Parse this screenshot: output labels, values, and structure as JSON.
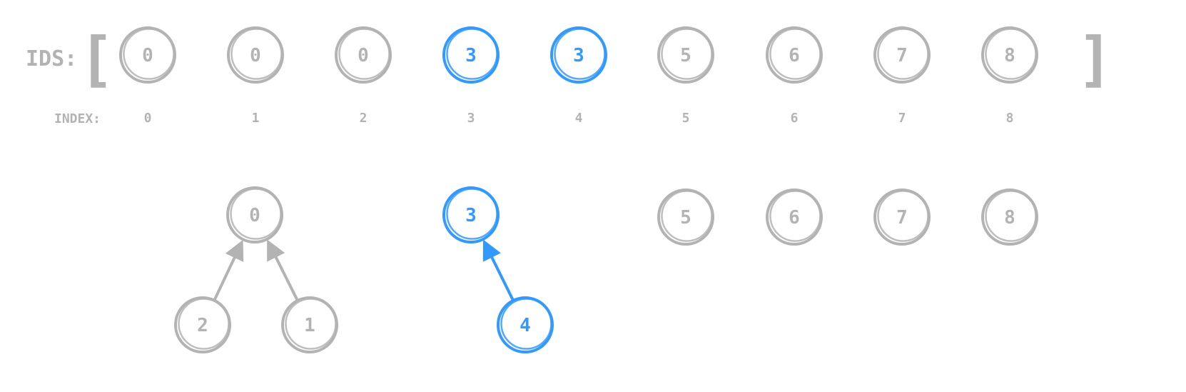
{
  "labels": {
    "ids": "IDS:",
    "index": "INDEX:",
    "open_bracket": "[",
    "close_bracket": "]"
  },
  "colors": {
    "gray": "#b3b3b3",
    "blue": "#3399ff"
  },
  "array": {
    "ids": [
      "0",
      "0",
      "0",
      "3",
      "3",
      "5",
      "6",
      "7",
      "8"
    ],
    "indices": [
      "0",
      "1",
      "2",
      "3",
      "4",
      "5",
      "6",
      "7",
      "8"
    ],
    "highlight": [
      false,
      false,
      false,
      true,
      true,
      false,
      false,
      false,
      false
    ]
  },
  "tree": {
    "nodes": [
      {
        "label": "0",
        "highlight": false
      },
      {
        "label": "2",
        "highlight": false
      },
      {
        "label": "1",
        "highlight": false
      },
      {
        "label": "3",
        "highlight": true
      },
      {
        "label": "4",
        "highlight": true
      },
      {
        "label": "5",
        "highlight": false
      },
      {
        "label": "6",
        "highlight": false
      },
      {
        "label": "7",
        "highlight": false
      },
      {
        "label": "8",
        "highlight": false
      }
    ],
    "edges": [
      {
        "from": "2",
        "to": "0",
        "highlight": false
      },
      {
        "from": "1",
        "to": "0",
        "highlight": false
      },
      {
        "from": "4",
        "to": "3",
        "highlight": true
      }
    ]
  }
}
